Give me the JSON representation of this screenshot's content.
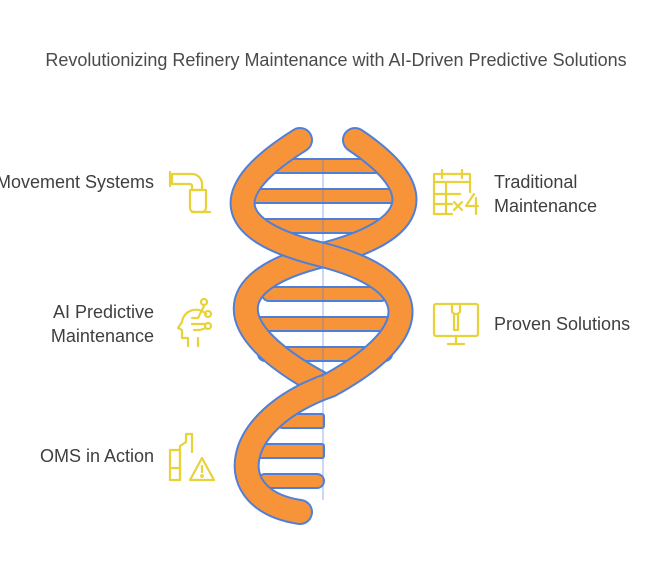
{
  "title": "Revolutionizing Refinery Maintenance with AI-Driven Predictive Solutions",
  "left_items": [
    {
      "label": "Movement Systems",
      "icon": "pipe-icon"
    },
    {
      "label": "AI Predictive Maintenance",
      "icon": "ai-head-icon"
    },
    {
      "label": "OMS in Action",
      "icon": "refinery-warning-icon"
    }
  ],
  "right_items": [
    {
      "label": "Traditional Maintenance",
      "icon": "calendar-icon"
    },
    {
      "label": "Proven Solutions",
      "icon": "monitor-wrench-icon"
    }
  ],
  "colors": {
    "helix_fill": "#f7943a",
    "helix_stroke": "#4f7fd9",
    "icon": "#e8d23a"
  }
}
